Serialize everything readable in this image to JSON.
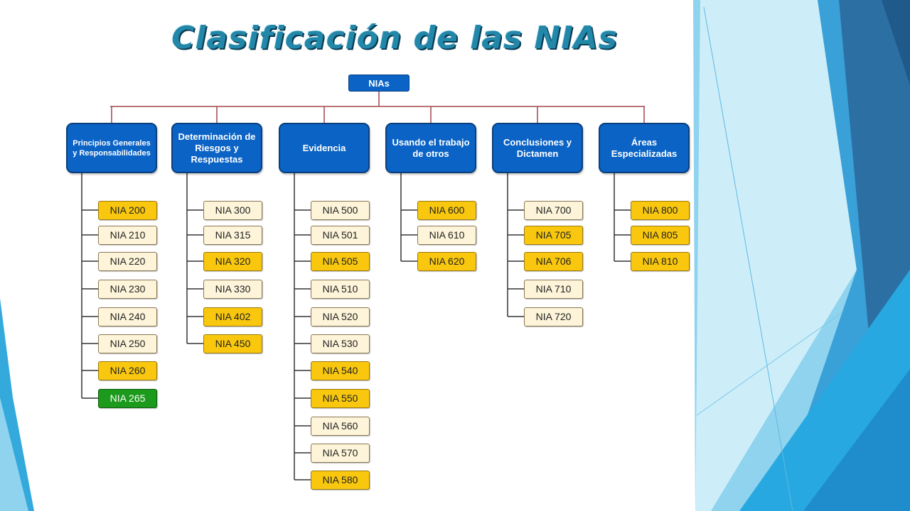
{
  "slide": {
    "title": "Clasificación de las NIAs"
  },
  "diagram": {
    "root_label": "NIAs",
    "colors": {
      "category_fill": "#0a63c5",
      "connector": "#a0464a",
      "tree_line": "#333333",
      "nia_yellow": "#f9c80e",
      "nia_cream": "#fdf4d9",
      "nia_green": "#1b9a1b"
    },
    "categories": [
      {
        "label": "Principios Generales y Responsabilidades",
        "items": [
          {
            "label": "NIA 200",
            "color": "yellow"
          },
          {
            "label": "NIA 210",
            "color": "cream"
          },
          {
            "label": "NIA 220",
            "color": "cream"
          },
          {
            "label": "NIA 230",
            "color": "cream"
          },
          {
            "label": "NIA 240",
            "color": "cream"
          },
          {
            "label": "NIA 250",
            "color": "cream"
          },
          {
            "label": "NIA 260",
            "color": "yellow"
          },
          {
            "label": "NIA 265",
            "color": "green"
          }
        ]
      },
      {
        "label": "Determinación de Riesgos y Respuestas",
        "items": [
          {
            "label": "NIA 300",
            "color": "cream"
          },
          {
            "label": "NIA 315",
            "color": "cream"
          },
          {
            "label": "NIA 320",
            "color": "yellow"
          },
          {
            "label": "NIA 330",
            "color": "cream"
          },
          {
            "label": "NIA 402",
            "color": "yellow"
          },
          {
            "label": "NIA 450",
            "color": "yellow"
          }
        ]
      },
      {
        "label": "Evidencia",
        "items": [
          {
            "label": "NIA 500",
            "color": "cream"
          },
          {
            "label": "NIA 501",
            "color": "cream"
          },
          {
            "label": "NIA 505",
            "color": "yellow"
          },
          {
            "label": "NIA 510",
            "color": "cream"
          },
          {
            "label": "NIA 520",
            "color": "cream"
          },
          {
            "label": "NIA 530",
            "color": "cream"
          },
          {
            "label": "NIA 540",
            "color": "yellow"
          },
          {
            "label": "NIA 550",
            "color": "yellow"
          },
          {
            "label": "NIA 560",
            "color": "cream"
          },
          {
            "label": "NIA 570",
            "color": "cream"
          },
          {
            "label": "NIA 580",
            "color": "yellow"
          }
        ]
      },
      {
        "label": "Usando el trabajo de otros",
        "items": [
          {
            "label": "NIA 600",
            "color": "yellow"
          },
          {
            "label": "NIA 610",
            "color": "cream"
          },
          {
            "label": "NIA 620",
            "color": "yellow"
          }
        ]
      },
      {
        "label": "Conclusiones y Dictamen",
        "items": [
          {
            "label": "NIA 700",
            "color": "cream"
          },
          {
            "label": "NIA 705",
            "color": "yellow"
          },
          {
            "label": "NIA 706",
            "color": "yellow"
          },
          {
            "label": "NIA 710",
            "color": "cream"
          },
          {
            "label": "NIA 720",
            "color": "cream"
          }
        ]
      },
      {
        "label": "Áreas Especializadas",
        "items": [
          {
            "label": "NIA 800",
            "color": "yellow"
          },
          {
            "label": "NIA 805",
            "color": "yellow"
          },
          {
            "label": "NIA 810",
            "color": "yellow"
          }
        ]
      }
    ]
  }
}
